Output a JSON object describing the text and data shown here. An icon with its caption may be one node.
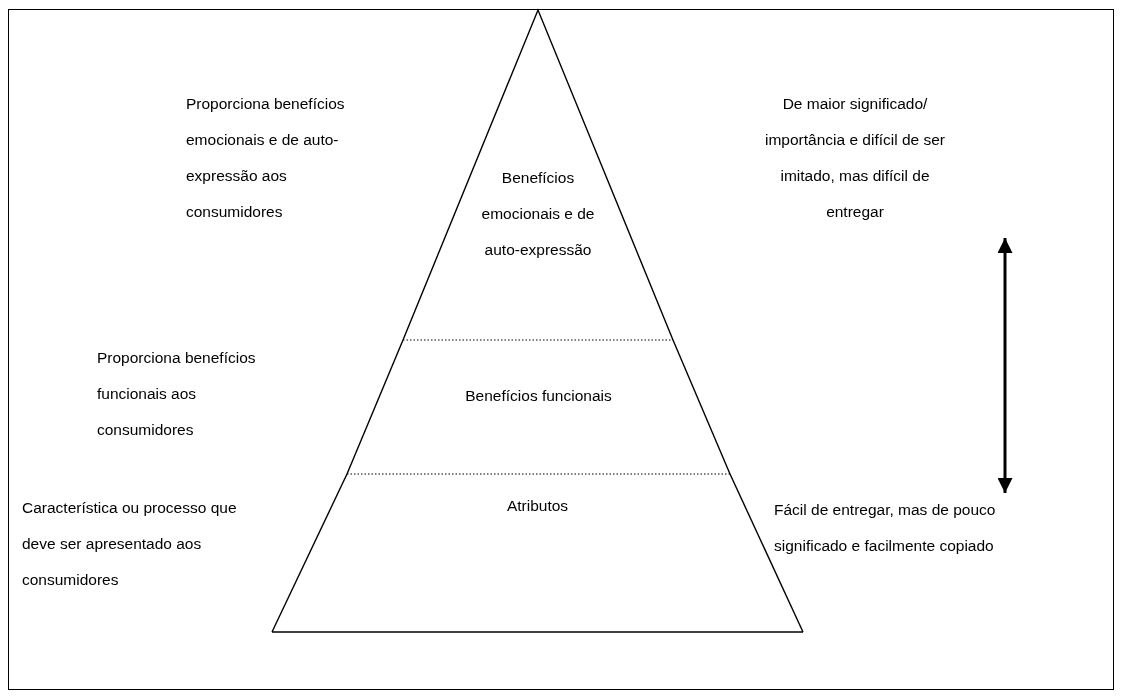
{
  "diagram": {
    "nodes": [
      {
        "text": [
          "Benefícios emocionais e de auto-expressão"
        ]
      },
      {
        "text": [
          "Benefícios funcionais"
        ]
      },
      {
        "text": [
          "Atributos"
        ]
      },
      {
        "text": [
          "De maior significado/ importância e difícil de ser imitado, mas difícil de entregar"
        ]
      },
      {
        "text": [
          "Fácil de entregar, mas de pouco significado e facilmente copiado"
        ]
      }
    ],
    "edges": [
      {
        "from": 3,
        "to": 4,
        "arrow": "both"
      }
    ],
    "labels": [
      "Proporciona benefícios emocionais e de auto-expressão aos consumidores",
      "Proporciona benefícios funcionais aos consumidores",
      "Característica ou processo que deve ser apresentado aos consumidores"
    ]
  }
}
